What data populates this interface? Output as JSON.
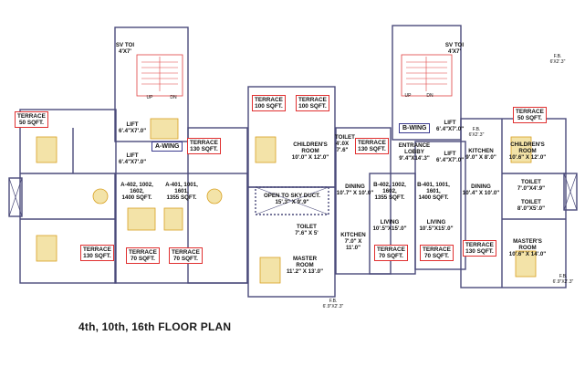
{
  "title": "4th, 10th, 16th FLOOR PLAN",
  "wings": {
    "a": "A-WING",
    "b": "B-WING"
  },
  "terraces": {
    "t50_left": "TERRACE\n50 SQFT.",
    "t130_a": "TERRACE\n130 SQFT.",
    "t100_1": "TERRACE\n100 SQFT.",
    "t100_2": "TERRACE\n100 SQFT.",
    "t130_b": "TERRACE\n130 SQFT.",
    "t50_right": "TERRACE\n50 SQFT.",
    "t130_bl": "TERRACE\n130 SQFT.",
    "t70_1": "TERRACE\n70 SQFT.",
    "t70_2": "TERRACE\n70 SQFT.",
    "t70_3": "TERRACE\n70 SQFT.",
    "t70_4": "TERRACE\n70 SQFT.",
    "t130_br": "TERRACE\n130 SQFT."
  },
  "rooms": {
    "sv_left": "SV TOI\n4'X7'",
    "sv_right": "SV TOI\n4'X7'",
    "up_l": "UP",
    "dn_l": "DN",
    "up_r": "UP",
    "dn_r": "DN",
    "lift_a1": "LIFT\n6'.4\"X7'.0\"",
    "lift_a2": "LIFT\n6'.4\"X7'.0\"",
    "lift_b1": "LIFT\n6'.4\"X7'.0\"",
    "lift_b2": "LIFT\n6'.4\"X7'.0\"",
    "flat_a402": "A-402, 1002,\n1602,\n1400 SQFT.",
    "flat_a401": "A-401, 1001,\n1601,\n1355 SQFT.",
    "childrens_1": "CHILDREN'S\nROOM\n10'.0\" X 12'.0\"",
    "toilet_1": "TOILET\n4'.0X\n7'.6\"",
    "open_sky": "OPEN TO SKY DUCT.\n15'.3\" X 9'.9\"",
    "toilet_2": "TOILET\n7'.6\" X 5'",
    "master_1": "MASTER\nROOM\n11'.2\" X 13'.0\"",
    "dining_1": "DINING\n10'.7\" X 10'.0\"",
    "kitchen_1": "KITCHEN\n7'.0\" X\n11'.0\"",
    "living_1": "LIVING\n10'.5\"X15'.0\"",
    "flat_b402": "B-402, 1002,\n1602,\n1355 SQFT.",
    "entrance_lobby": "ENTRANCE\nLOBBY\n9'.4\"X14'.3\"",
    "flat_b401": "B-401, 1001,\n1601,\n1400 SQFT.",
    "living_2": "LIVING\n10'.5\"X15'.0\"",
    "kitchen_2": "KITCHEN\n9'.0\" X 8'.0\"",
    "dining_2": "DINING\n10'.4\" X 10'.0\"",
    "childrens_2": "CHILDREN'S\nROOM\n10'.6\" X 12'.0\"",
    "toilet_3": "TOILET\n7'.0\"X4'.9\"",
    "toilet_4": "TOILET\n8'.0\"X5'.0\"",
    "master_2": "MASTER'S\nROOM\n10'.6\" X 14'.0\"",
    "fb_1": "F.B.\n6'X2'.3\"",
    "fb_2": "F.B.\n6'X2'.3\"",
    "fb_3": "F.B.\n6'.9\"X2'.3\"",
    "fb_4": "F.B.\n6'.9\"X2'.3\""
  },
  "colors": {
    "walls": "#4a4a7a",
    "terrace_border": "#e03030",
    "furniture": "#d8a020",
    "stairs": "#e04040"
  }
}
